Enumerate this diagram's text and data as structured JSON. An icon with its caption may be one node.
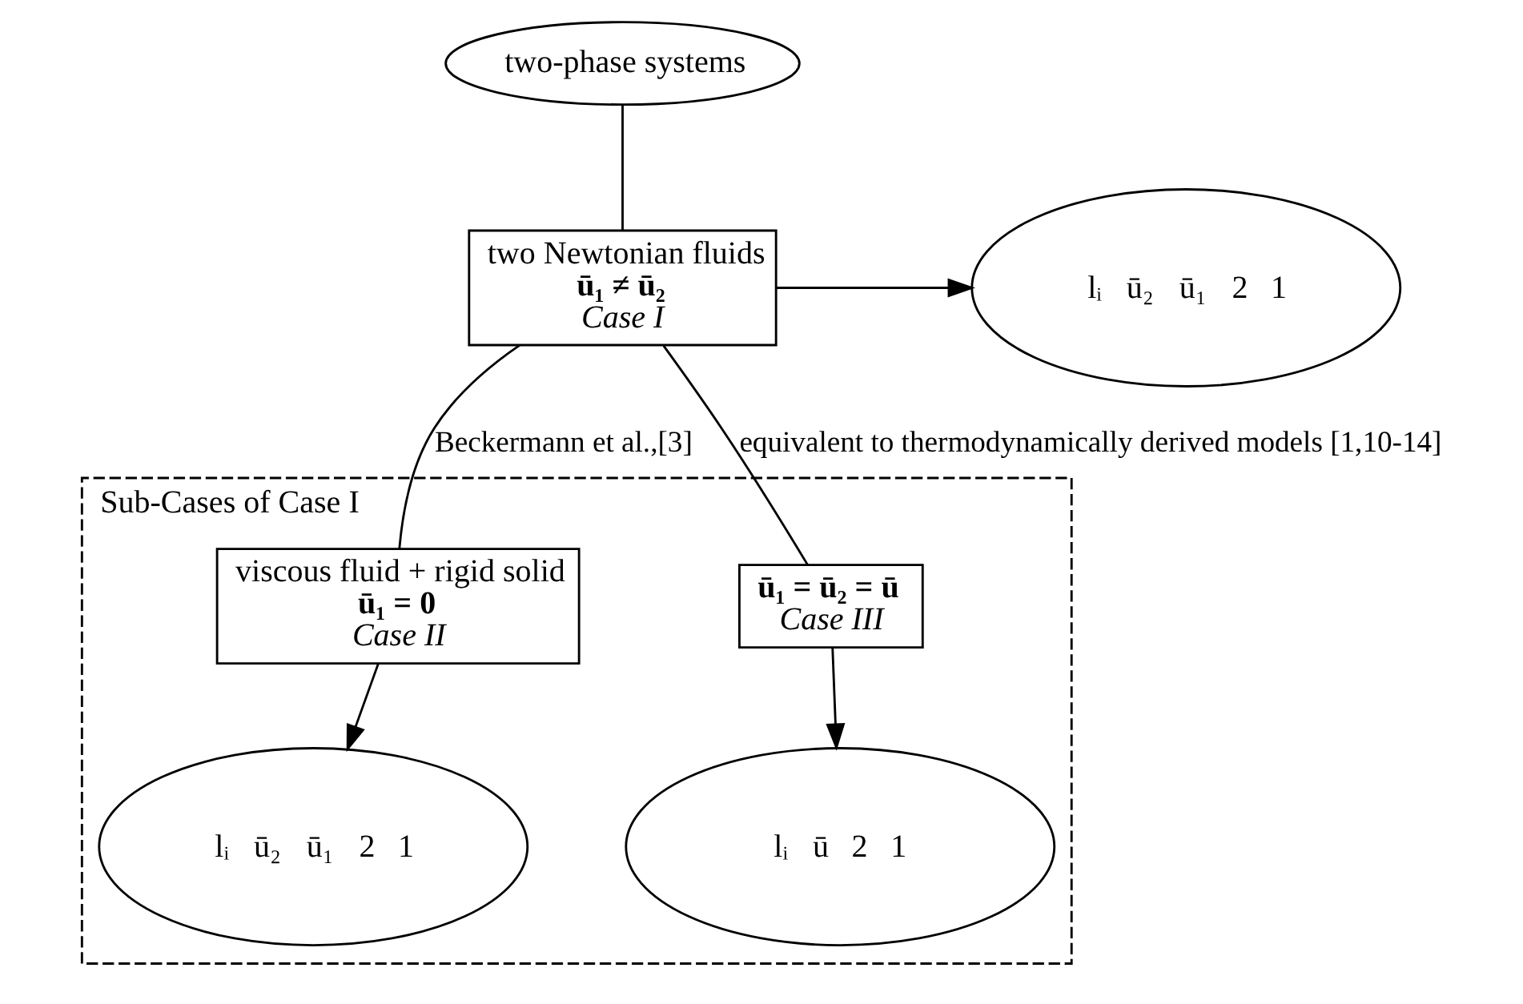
{
  "diagram": {
    "nodes": [
      {
        "text": [
          "two-phase systems"
        ]
      },
      {
        "text": [
          "two Newtonian fluids",
          "ū₁ ≠ ū₂",
          "Case I"
        ]
      },
      {
        "text": [
          "lᵢ",
          "ū₂",
          "ū₁",
          "2",
          "1"
        ]
      },
      {
        "text": [
          "Sub-Cases of Case I"
        ]
      },
      {
        "text": [
          "viscous fluid + rigid solid",
          "ū₁ = 0",
          "Case II"
        ],
        "in": 3
      },
      {
        "text": [
          "ū₁ = ū₂ = ū",
          "Case III"
        ],
        "in": 3
      },
      {
        "text": [
          "lᵢ",
          "ū₂",
          "ū₁",
          "2",
          "1"
        ],
        "in": 3
      },
      {
        "text": [
          "lᵢ",
          "ū",
          "2",
          "1"
        ],
        "in": 3
      }
    ],
    "edges": [
      {
        "from": 0,
        "to": 1,
        "arrow": "none"
      },
      {
        "from": 1,
        "to": 2,
        "arrow": "to"
      },
      {
        "from": 1,
        "to": 4,
        "arrow": "none",
        "label": "Beckermann et al.,[3]"
      },
      {
        "from": 1,
        "to": 5,
        "arrow": "none",
        "label": "equivalent to thermodynamically derived models [1,10-14]"
      },
      {
        "from": 4,
        "to": 6,
        "arrow": "to"
      },
      {
        "from": 5,
        "to": 7,
        "arrow": "to"
      }
    ]
  }
}
